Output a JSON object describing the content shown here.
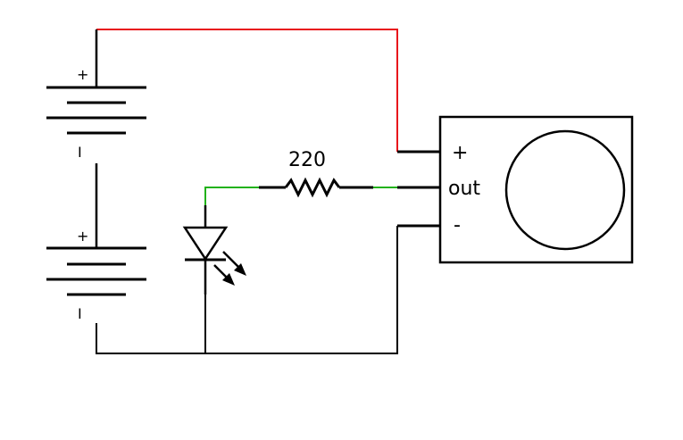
{
  "resistor": {
    "value": "220"
  },
  "module": {
    "pin_plus": "+",
    "pin_out": "out",
    "pin_minus": "-"
  },
  "battery_top": {
    "plus": "+",
    "minus": "I"
  },
  "battery_bottom": {
    "plus": "+",
    "minus": "I"
  },
  "colors": {
    "positive_wire": "#e8141b",
    "signal_wire": "#22b21a",
    "ground_wire": "#000000",
    "component": "#000000"
  }
}
